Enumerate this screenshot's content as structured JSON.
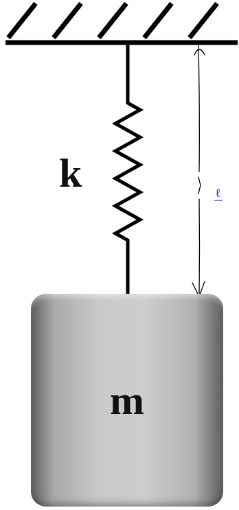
{
  "diagram": {
    "nodes": [
      {
        "text": [
          "m"
        ]
      }
    ],
    "labels": [
      "k",
      "ℓ"
    ]
  }
}
